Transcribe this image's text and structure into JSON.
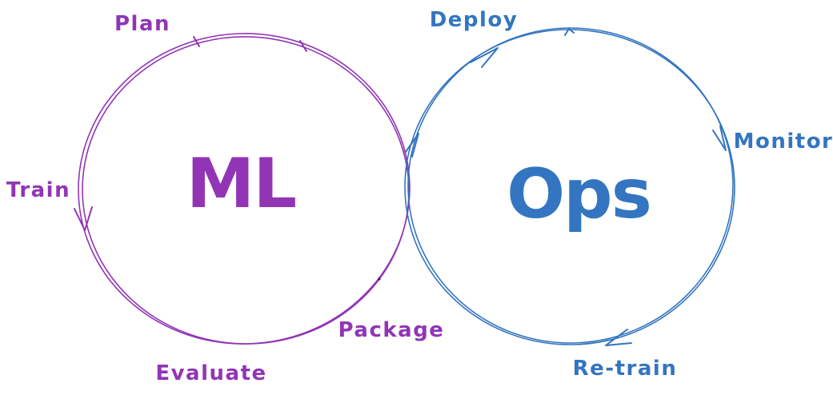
{
  "colors": {
    "ml": "#9135b5",
    "ops": "#3375c0",
    "background": "#ffffff"
  },
  "ml_cycle": {
    "name": "ML",
    "direction": "counter-clockwise",
    "stages": [
      {
        "label": "Plan"
      },
      {
        "label": "Train"
      },
      {
        "label": "Evaluate"
      },
      {
        "label": "Package"
      }
    ]
  },
  "ops_cycle": {
    "name": "Ops",
    "direction": "clockwise",
    "stages": [
      {
        "label": "Deploy"
      },
      {
        "label": "Monitor"
      },
      {
        "label": "Re-train"
      }
    ]
  }
}
